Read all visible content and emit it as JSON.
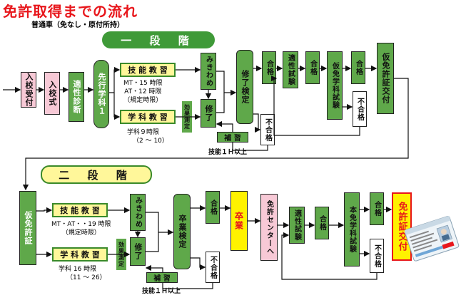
{
  "header": {
    "title": "免許取得までの流れ",
    "subtitle": "普通車（免なし・原付所持）"
  },
  "stage1": {
    "band": "一 段 階",
    "entry": "入校受付",
    "ceremony": "入校式",
    "aptitude": "適性診断",
    "prior_lecture": "先行学科１",
    "skill_course": "技 能 教 習",
    "skill_hours": "MT・15 時限\nAT・12 時限\n（規定時限）",
    "academic_course": "学 科 教 習",
    "academic_hours": "学科９時限",
    "academic_range": "（2 〜 10）",
    "effect_test": "効果測定",
    "mikiwame": "みきわめ",
    "complete": "修了",
    "completion_exam": "修了検定",
    "pass1": "合格",
    "fail1": "不合格",
    "supplement": "補 習",
    "supplement_note": "技能１Ｈ以上",
    "aptitude_test": "適性試験",
    "pass2": "合格",
    "provisional_exam": "仮免学科試験",
    "pass3": "合格",
    "fail3": "不合格",
    "issue": "仮免許証交付"
  },
  "stage2": {
    "band": "二 段 階",
    "provisional": "仮免許証",
    "skill_course": "技 能 教 習",
    "skill_hours": "MT・AT・・19 時限\n（規定時限）",
    "academic_course": "学 科 教 習",
    "academic_hours": "学科 16 時限",
    "academic_range": "（11 〜 26）",
    "effect_test": "効果測定",
    "mikiwame": "みきわめ",
    "complete": "修了",
    "graduation_exam": "卒業検定",
    "pass1": "合格",
    "fail1": "不合格",
    "supplement": "補 習",
    "supplement_note": "技能１Ｈ以上",
    "graduation": "卒業",
    "license_center": "免許センターへ",
    "aptitude_test": "適性試験",
    "pass2": "合格",
    "main_exam": "本免学科試験",
    "pass3": "合格",
    "fail3": "不合格",
    "issue": "免許証交付"
  },
  "colors": {
    "title": "#e8161b",
    "green": "#5fa84a",
    "pink": "#f7c9d6",
    "yellow": "#fff200",
    "band_green": "#3f9a38",
    "band_yellow": "#fff79a"
  },
  "icons": {
    "license_card": "license-card-icon"
  }
}
